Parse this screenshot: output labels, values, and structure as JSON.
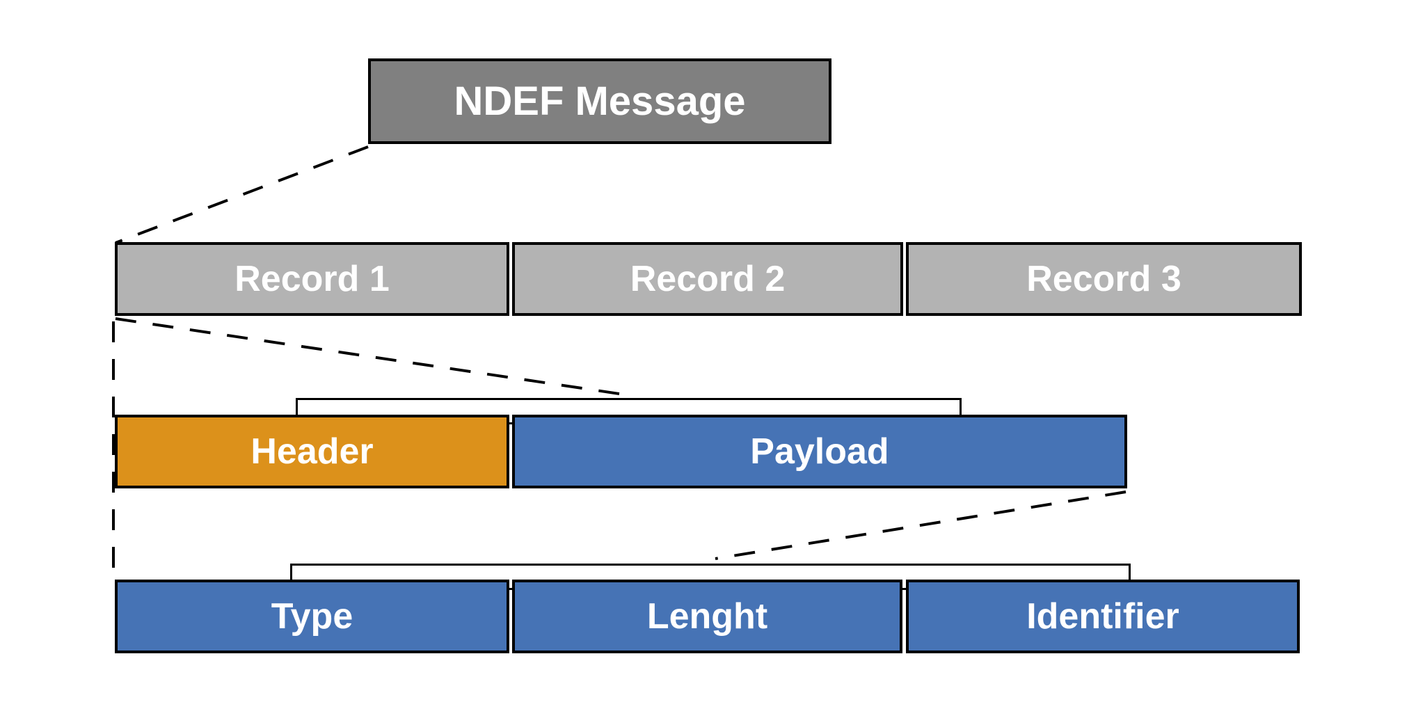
{
  "colors": {
    "background": "#ffffff",
    "message_fill": "#808080",
    "record_fill": "#b3b3b3",
    "header_fill": "#dc911b",
    "blue_fill": "#4673b5",
    "border": "#000000",
    "text": "#ffffff",
    "connector": "#000000"
  },
  "nodes": {
    "message": "NDEF Message",
    "records": [
      "Record 1",
      "Record 2",
      "Record 3"
    ],
    "record_parts": [
      "Header",
      "Payload"
    ],
    "payload_parts": [
      "Type",
      "Lenght",
      "Identifier"
    ]
  }
}
